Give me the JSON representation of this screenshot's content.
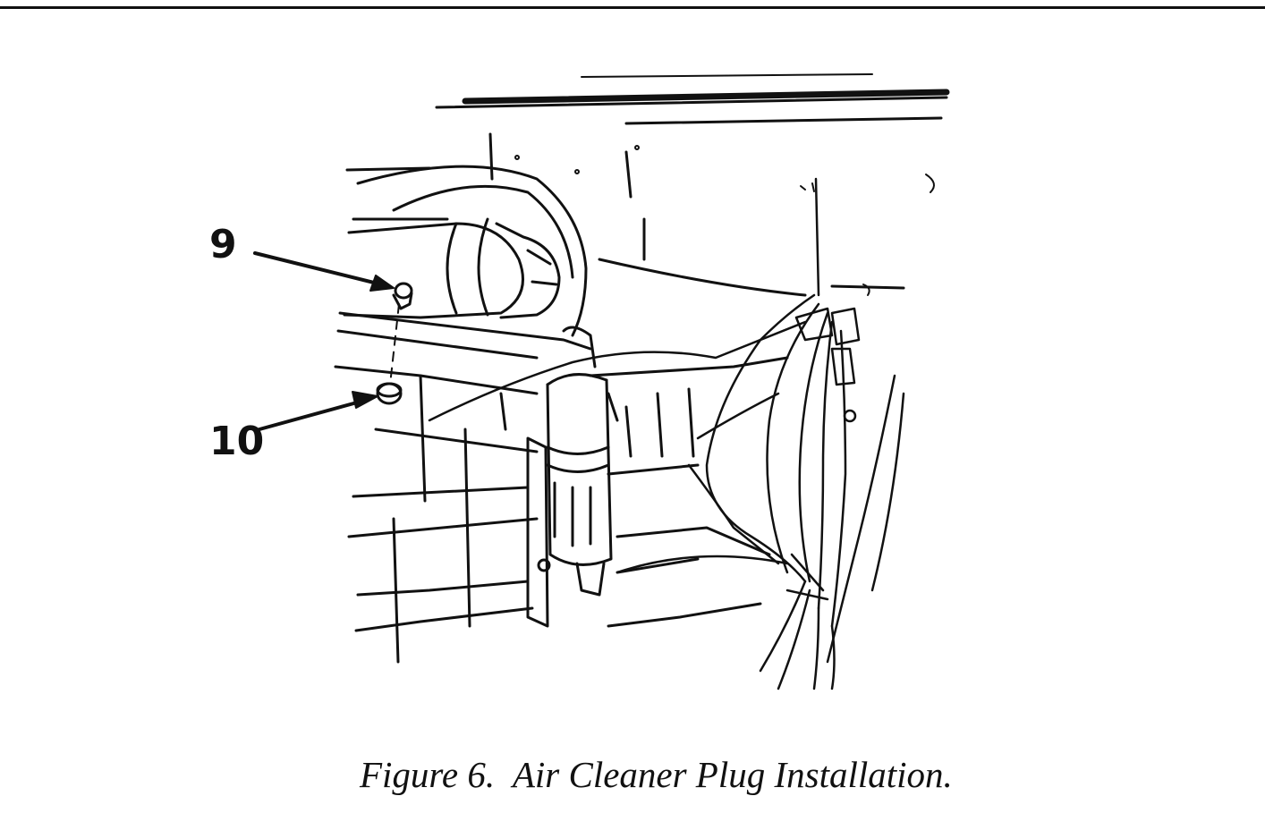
{
  "figure": {
    "callouts": [
      {
        "label": "9"
      },
      {
        "label": "10"
      }
    ],
    "caption": "Figure 6.  Air Cleaner Plug Installation."
  }
}
